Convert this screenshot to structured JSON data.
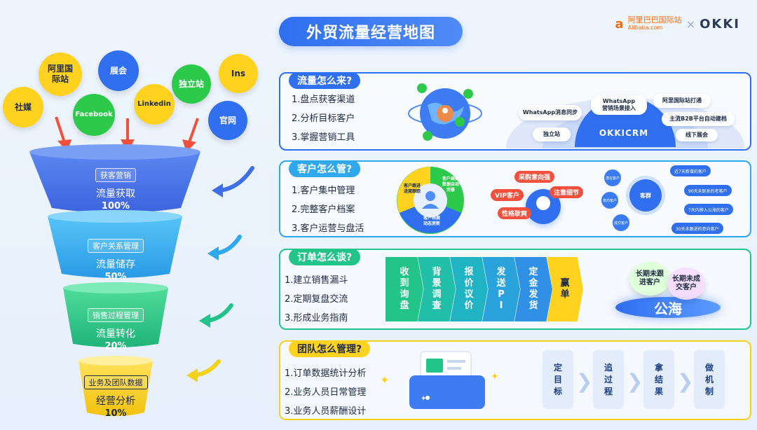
{
  "title": "外贸流量经营地图",
  "brand": {
    "alibaba_cn": "阿里巴巴国际站",
    "alibaba_en": "Alibaba.com",
    "x": "×",
    "okki": "OKKI"
  },
  "sources": [
    {
      "label": "社媒",
      "color": "yellow"
    },
    {
      "label": "阿里国际站",
      "color": "yellow"
    },
    {
      "label": "展会",
      "color": "blue"
    },
    {
      "label": "Facebook",
      "color": "green"
    },
    {
      "label": "Linkedin",
      "color": "yellow"
    },
    {
      "label": "独立站",
      "color": "green"
    },
    {
      "label": "Ins",
      "color": "yellow"
    },
    {
      "label": "官网",
      "color": "blue"
    }
  ],
  "funnel": [
    {
      "tag": "获客营销",
      "name": "流量获取",
      "percent": "100%",
      "color": "#3d6fe8"
    },
    {
      "tag": "客户关系管理",
      "name": "流量储存",
      "percent": "50%",
      "color": "#2fa8ee"
    },
    {
      "tag": "销售过程管理",
      "name": "流量转化",
      "percent": "20%",
      "color": "#22c489"
    },
    {
      "tag": "业务及团队数据",
      "name": "经营分析",
      "percent": "10%",
      "color": "#f4d21c"
    }
  ],
  "panel1": {
    "title": "流量怎么来?",
    "items": [
      "1.盘点获客渠道",
      "2.分析目标客户",
      "3.掌握营销工具"
    ],
    "crm_label": "OKKICRM",
    "chips": [
      "WhatsApp消息同步",
      "WhatsApp\n营销场景接入",
      "阿里国际站打通",
      "独立站",
      "主流B2B平台自动建档",
      "线下展会"
    ]
  },
  "panel2": {
    "title": "客户怎么管?",
    "items": [
      "1.客户集中管理",
      "2.完整客户档案",
      "3.客户运营与盘活"
    ],
    "ring_labels": [
      "客户跟进\n进度跟踪",
      "客户画像\n数据自动\n完善",
      "客户档案\n动态更新"
    ],
    "tags": [
      "采购意向强",
      "VIP客户",
      "注意细节",
      "性格耿爽"
    ],
    "pool_center": "客群",
    "pool_left": [
      "潜在客户",
      "意向客户",
      "成交客户"
    ],
    "pool_right": [
      "近7天新增的客户",
      "90天未联系的老客户",
      "7天内移入公海的客户",
      "30天未跟进的意向客户"
    ]
  },
  "panel3": {
    "title": "订单怎么谈?",
    "items": [
      "1.建立销售漏斗",
      "2.定期复盘交流",
      "3.形成业务指南"
    ],
    "steps": [
      "收到询盘",
      "背景调查",
      "报价议价",
      "发送PI",
      "定金发货",
      "赢单"
    ],
    "bubble1": "长期未跟\n进客户",
    "bubble2": "长期未成\n交客户",
    "sea": "公海"
  },
  "panel4": {
    "title": "团队怎么管理?",
    "items": [
      "1.订单数据统计分析",
      "2.业务人员日常管理",
      "3.业务人员薪酬设计"
    ],
    "cards": [
      "定目标",
      "追过程",
      "拿结果",
      "做机制"
    ],
    "arrow": "❯"
  },
  "colors": {
    "primary": "#2f6ff0",
    "yellow": "#ffd21f",
    "green": "#2cc94a",
    "red_arrow": "#f0503c"
  }
}
